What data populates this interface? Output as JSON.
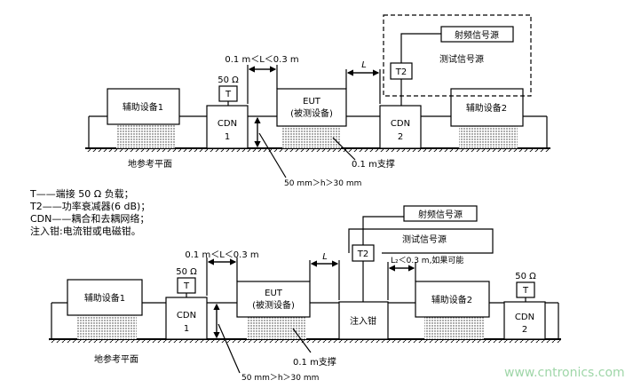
{
  "top_diagram": {
    "aux1": "辅助设备1",
    "aux2": "辅助设备2",
    "load": "50 Ω",
    "t_box": "T",
    "cdn1_name": "CDN",
    "cdn1_num": "1",
    "eut_line1": "EUT",
    "eut_line2": "(被测设备)",
    "cdn2_name": "CDN",
    "cdn2_num": "2",
    "t2_box": "T2",
    "rf_source": "射频信号源",
    "test_source": "测试信号源",
    "dist_range": "0.1 m＜L＜0.3 m",
    "dist_l": "L",
    "ground_plane": "地参考平面",
    "support": "0.1 m支撑",
    "height": "50 mm＞h＞30 mm"
  },
  "legend": {
    "line1": "T——端接 50 Ω 负载；",
    "line2": "T2——功率衰减器(6 dB)；",
    "line3": "CDN——耦合和去耦网络；",
    "line4": "注入钳:电流钳或电磁钳。"
  },
  "bottom_diagram": {
    "aux1": "辅助设备1",
    "aux2": "辅助设备2",
    "load_left": "50 Ω",
    "t_left": "T",
    "cdn1_name": "CDN",
    "cdn1_num": "1",
    "eut_line1": "EUT",
    "eut_line2": "(被测设备)",
    "clamp": "注入钳",
    "t2_box": "T2",
    "rf_source": "射频信号源",
    "test_source": "测试信号源",
    "dist_range": "0.1 m＜L＜0.3 m",
    "dist_l": "L",
    "l2_note": "L₂＜0.3 m,如果可能",
    "load_right": "50 Ω",
    "t_right": "T",
    "cdn2_name": "CDN",
    "cdn2_num": "2",
    "ground_plane": "地参考平面",
    "support": "0.1 m支撑",
    "height": "50 mm＞h＞30 mm"
  },
  "watermark": "www.cntronics.com"
}
